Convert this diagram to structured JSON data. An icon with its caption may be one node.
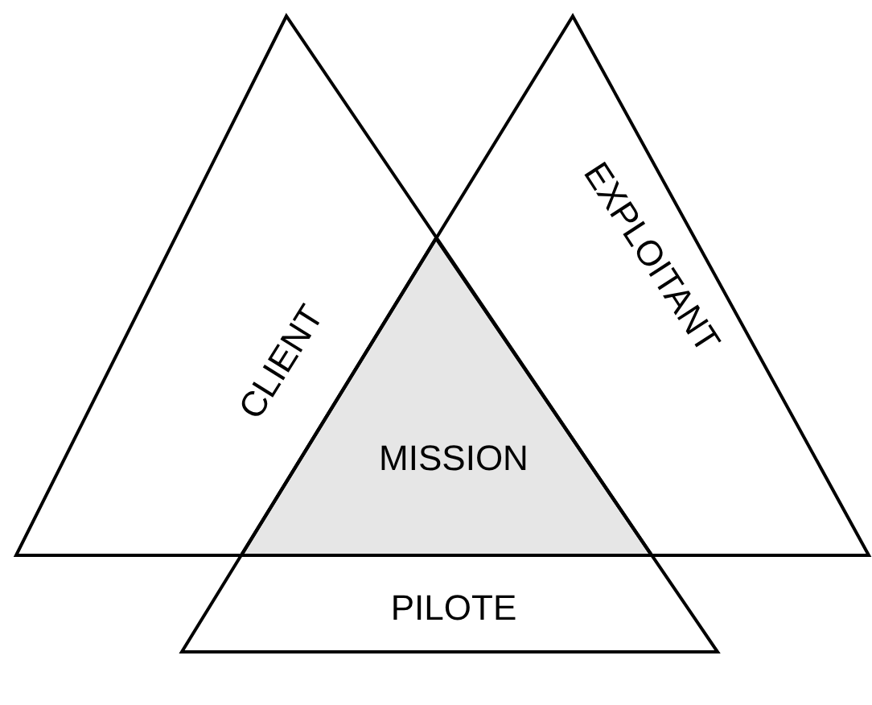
{
  "diagram": {
    "nodes": [
      {
        "text": [
          "CLIENT"
        ]
      },
      {
        "text": [
          "EXPLOITANT"
        ]
      },
      {
        "text": [
          "MISSION"
        ]
      },
      {
        "text": [
          "PILOTE"
        ]
      }
    ]
  }
}
